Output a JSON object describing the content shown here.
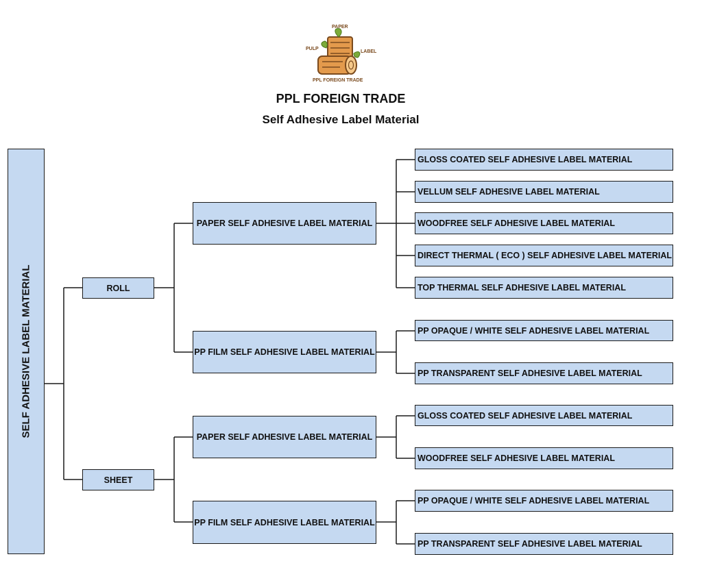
{
  "logo": {
    "words": {
      "paper": "PAPER",
      "pulp": "PULP",
      "label": "LABEL",
      "company": "PPL FOREIGN TRADE"
    },
    "colors": {
      "wood": "#e39a4c",
      "wood_dark": "#7a4a1e",
      "leaf": "#7cab3a"
    }
  },
  "header": {
    "title": "PPL FOREIGN TRADE",
    "subtitle": "Self Adhesive Label Material"
  },
  "root": {
    "label": "SELF ADHESIVE LABEL MATERIAL"
  },
  "branches": [
    {
      "label": "ROLL",
      "groups": [
        {
          "label": "PAPER SELF ADHESIVE LABEL MATERIAL",
          "items": [
            "GLOSS COATED SELF ADHESIVE LABEL MATERIAL",
            "VELLUM SELF ADHESIVE LABEL MATERIAL",
            "WOODFREE SELF ADHESIVE LABEL MATERIAL",
            "DIRECT THERMAL ( ECO ) SELF ADHESIVE LABEL MATERIAL",
            "TOP THERMAL SELF ADHESIVE LABEL MATERIAL"
          ]
        },
        {
          "label": "PP FILM SELF ADHESIVE LABEL MATERIAL",
          "items": [
            "PP OPAQUE / WHITE  SELF ADHESIVE LABEL MATERIAL",
            "PP TRANSPARENT SELF ADHESIVE LABEL MATERIAL"
          ]
        }
      ]
    },
    {
      "label": "SHEET",
      "groups": [
        {
          "label": "PAPER SELF ADHESIVE LABEL MATERIAL",
          "items": [
            "GLOSS COATED SELF ADHESIVE LABEL MATERIAL",
            "WOODFREE SELF ADHESIVE LABEL MATERIAL"
          ]
        },
        {
          "label": "PP FILM SELF ADHESIVE LABEL MATERIAL",
          "items": [
            "PP OPAQUE / WHITE  SELF ADHESIVE LABEL MATERIAL",
            "PP TRANSPARENT SELF ADHESIVE LABEL MATERIAL"
          ]
        }
      ]
    }
  ],
  "colors": {
    "box_fill": "#c5d9f1",
    "line": "#1a1a1a"
  }
}
